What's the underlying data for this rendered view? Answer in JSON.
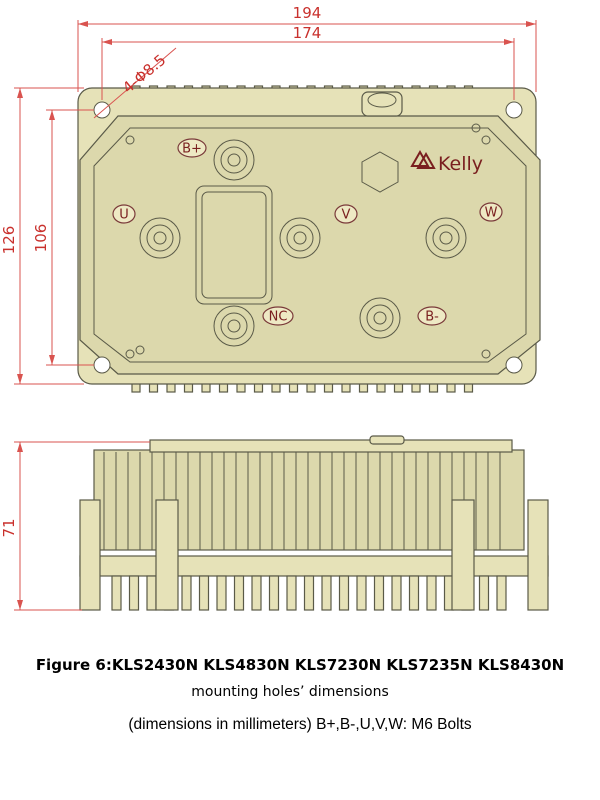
{
  "dimensions": {
    "overall_width": "194",
    "hole_spacing_width": "174",
    "hole_spec": "4-Φ8.5",
    "overall_height": "126",
    "hole_spacing_height": "106",
    "side_height": "71"
  },
  "terminals": {
    "b_plus": "B+",
    "b_minus": "B-",
    "u": "U",
    "v": "V",
    "w": "W",
    "nc": "NC"
  },
  "logo": "Kelly",
  "caption": {
    "line1": "Figure 6:KLS2430N KLS4830N  KLS7230N  KLS7235N  KLS8430N",
    "line2": "mounting holes’ dimensions",
    "line3": "(dimensions in millimeters) B+,B-,U,V,W: M6 Bolts"
  },
  "colors": {
    "housing": "#e6e2b8",
    "dimension_lines": "#d9534f",
    "outline": "#5a5a48"
  }
}
